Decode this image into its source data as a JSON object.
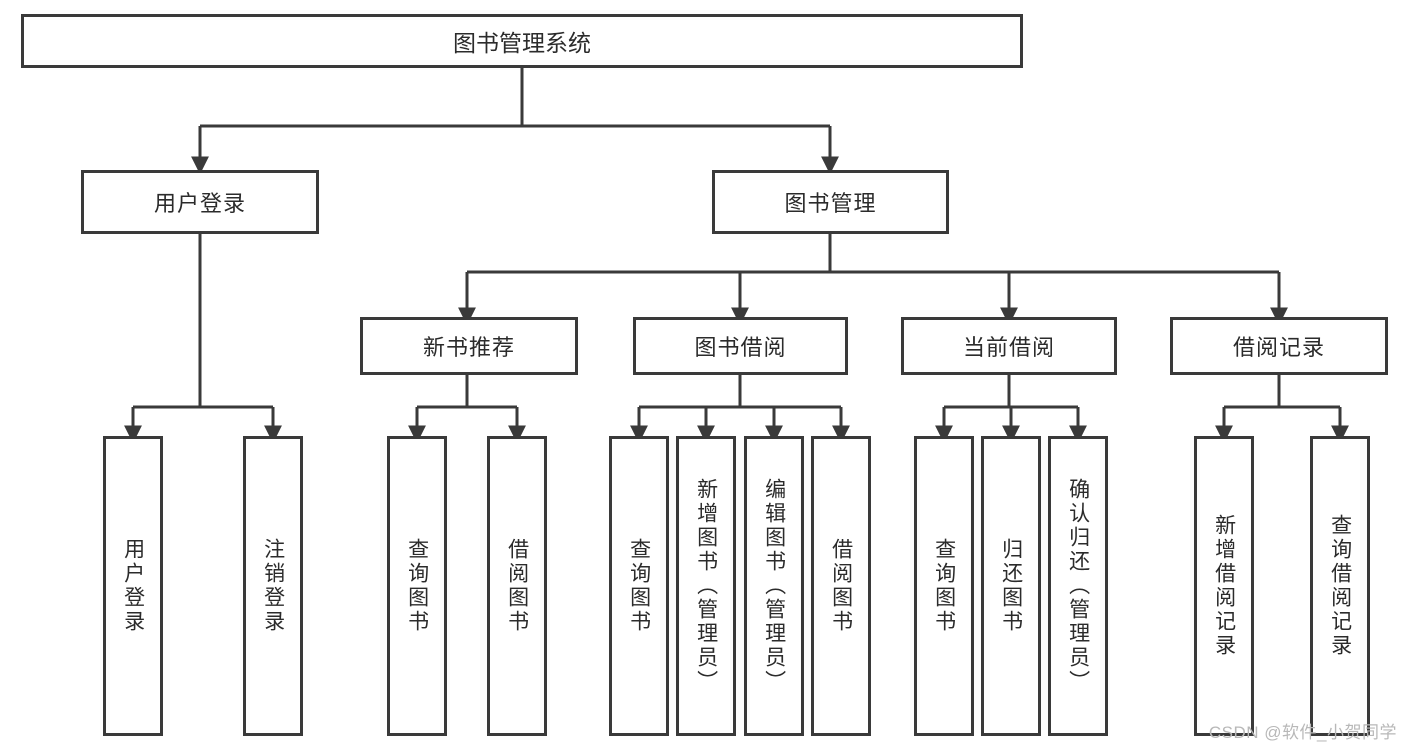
{
  "diagram": {
    "title": "图书管理系统",
    "type": "tree-hierarchy",
    "root": {
      "label": "图书管理系统"
    },
    "level2": [
      {
        "label": "用户登录"
      },
      {
        "label": "图书管理"
      }
    ],
    "level3": [
      {
        "label": "新书推荐"
      },
      {
        "label": "图书借阅"
      },
      {
        "label": "当前借阅"
      },
      {
        "label": "借阅记录"
      }
    ],
    "leaves": {
      "user_login": [
        {
          "label": "用户登录"
        },
        {
          "label": "注销登录"
        }
      ],
      "new_book_recommend": [
        {
          "label": "查询图书"
        },
        {
          "label": "借阅图书"
        }
      ],
      "book_borrow": [
        {
          "label": "查询图书"
        },
        {
          "label": "新增图书（管理员）"
        },
        {
          "label": "编辑图书（管理员）"
        },
        {
          "label": "借阅图书"
        }
      ],
      "current_borrow": [
        {
          "label": "查询图书"
        },
        {
          "label": "归还图书"
        },
        {
          "label": "确认归还（管理员）"
        }
      ],
      "borrow_record": [
        {
          "label": "新增借阅记录"
        },
        {
          "label": "查询借阅记录"
        }
      ]
    }
  },
  "watermark": {
    "text": "CSDN @软件_小贺同学"
  },
  "colors": {
    "stroke": "#3a3a3a",
    "fill": "#ffffff",
    "text": "#2b2b2b",
    "watermark": "#b8b8b8"
  }
}
